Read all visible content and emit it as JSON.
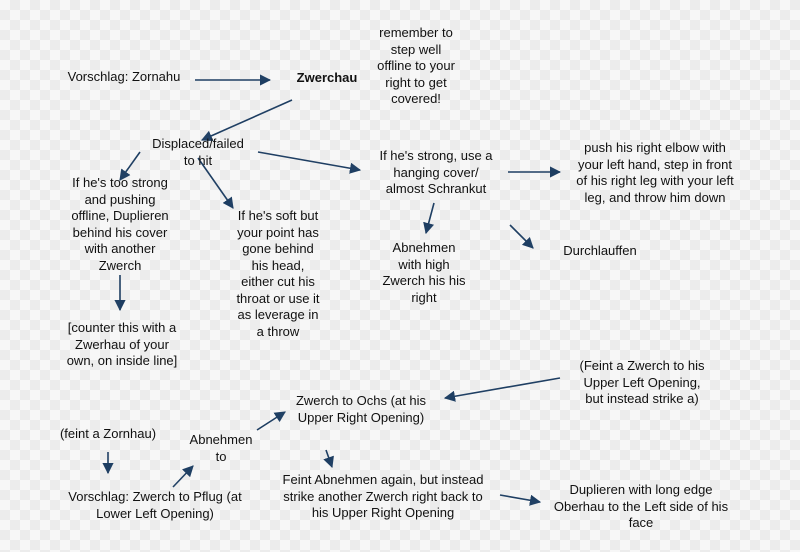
{
  "diagram": {
    "edge_color": "#1f3f63",
    "nodes": {
      "vorschlag_zornahu": "Vorschlag: Zornahu",
      "zwerchau": "Zwerchau",
      "remember": "remember to\nstep well\noffline to your\nright to get\ncovered!",
      "displaced": "Displaced/failed\nto hit",
      "strong_hanging": "If he's strong, use a\nhanging cover/\nalmost Schrankut",
      "push_elbow": "push his right elbow with\nyour left hand, step in front\nof his right leg with your left\nleg, and throw him down",
      "too_strong": "If he's too strong\nand pushing\noffline, Duplieren\nbehind his cover\nwith another\nZwerch",
      "soft": "If he's soft but\nyour point has\ngone behind\nhis head,\neither cut his\nthroat or use it\nas leverage in\na throw",
      "abnehmen_high": "Abnehmen\nwith high\nZwerch his his\nright",
      "durchlauffen": "Durchlauffen",
      "counter": "[counter this with a\nZwerhau of your\nown, on inside line]",
      "feint_zwerch": "(Feint a Zwerch to his\nUpper Left Opening,\nbut instead strike a)",
      "zwerch_ochs": "Zwerch to Ochs (at his\nUpper Right Opening)",
      "feint_zornhau": "(feint a Zornhau)",
      "abnehmen_to": "Abnehmen\nto",
      "vorschlag_pflug": "Vorschlag: Zwerch to Pflug (at\nLower Left Opening)",
      "feint_abnehmen": "Feint Abnehmen again, but instead\nstrike another Zwerch right back to\nhis Upper Right Opening",
      "duplieren_long": "Duplieren with long edge\nOberhau to the Left side of his\nface"
    }
  }
}
